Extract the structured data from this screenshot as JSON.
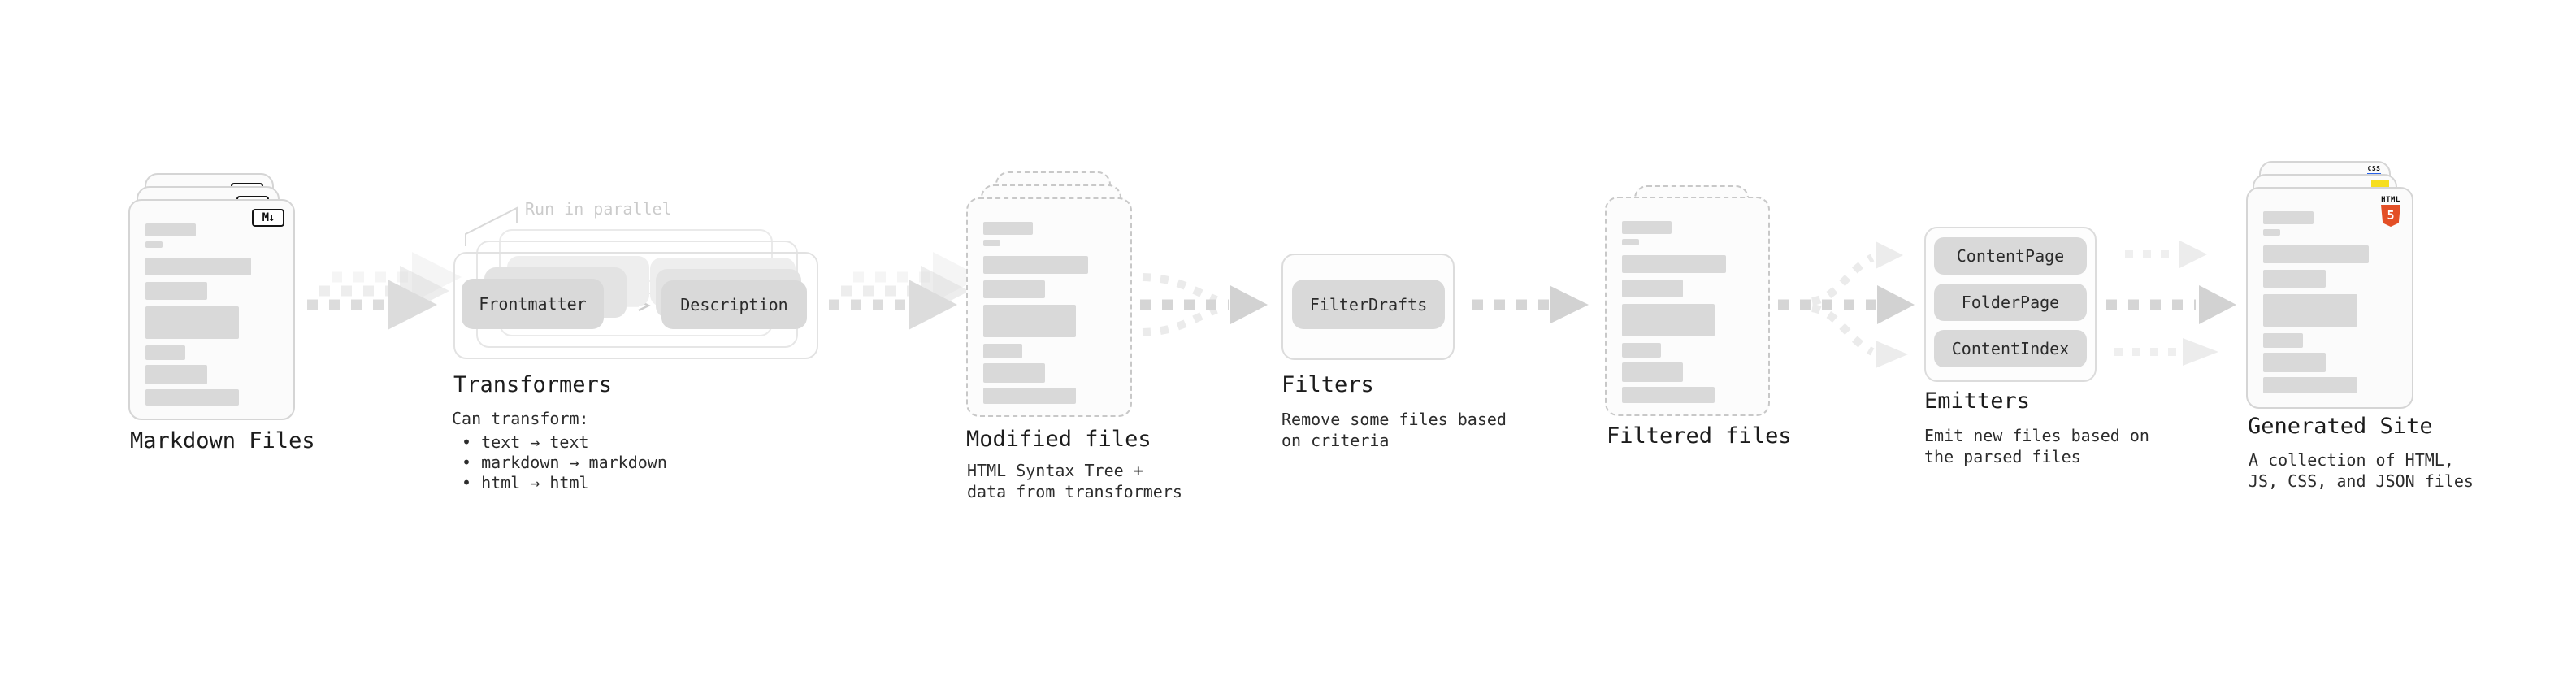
{
  "diagram": {
    "markdown": {
      "label": "Markdown Files",
      "badge": "M↓"
    },
    "transformers": {
      "label": "Transformers",
      "annotation": "Run in parallel",
      "pill_left": "Frontmatter",
      "pill_right": "Description",
      "note_title": "Can transform:",
      "bullets": [
        "• text → text",
        "• markdown → markdown",
        "• html → html"
      ]
    },
    "modified": {
      "label": "Modified files",
      "sub_lines": [
        "HTML Syntax Tree +",
        "data from transformers"
      ]
    },
    "filters": {
      "label": "Filters",
      "pill": "FilterDrafts",
      "sub_lines": [
        "Remove some files based",
        "on criteria"
      ]
    },
    "filtered": {
      "label": "Filtered files"
    },
    "emitters": {
      "label": "Emitters",
      "pills": [
        "ContentPage",
        "FolderPage",
        "ContentIndex"
      ],
      "sub_lines": [
        "Emit new files based on",
        "the parsed files"
      ]
    },
    "generated": {
      "label": "Generated Site",
      "badges": {
        "css": "CSS",
        "html_word": "HTML",
        "html_number": "5"
      },
      "sub_lines": [
        "A collection of HTML,",
        "JS, CSS, and JSON files"
      ]
    }
  },
  "doc_bars": [
    {
      "w": 38,
      "h": 16,
      "mb": 6
    },
    {
      "w": 13,
      "h": 8,
      "mb": 12
    },
    {
      "w": 80,
      "h": 22,
      "mb": 8
    },
    {
      "w": 47,
      "h": 22,
      "mb": 8
    },
    {
      "w": 71,
      "h": 40,
      "mb": 8
    },
    {
      "w": 30,
      "h": 18,
      "mb": 6
    },
    {
      "w": 47,
      "h": 24,
      "mb": 6
    },
    {
      "w": 71,
      "h": 20,
      "mb": 0
    }
  ],
  "colors": {
    "bar_gray": "#d9d9d9",
    "pill_gray": "#d9d9d9",
    "arrow_gray": "#dcdcdc",
    "arrow_mid": "#d2d2d2",
    "arrow_light": "#efefef",
    "card_border": "#d5d5d5",
    "dashed_border": "#c8c8c8",
    "container_border": "#e2e2e2",
    "annotation_gray": "#cbcbcb",
    "text_dark": "#1c1c1c",
    "html5_orange": "#e34f26",
    "js_yellow": "#f7de1e",
    "css_blue": "#2862e9"
  }
}
